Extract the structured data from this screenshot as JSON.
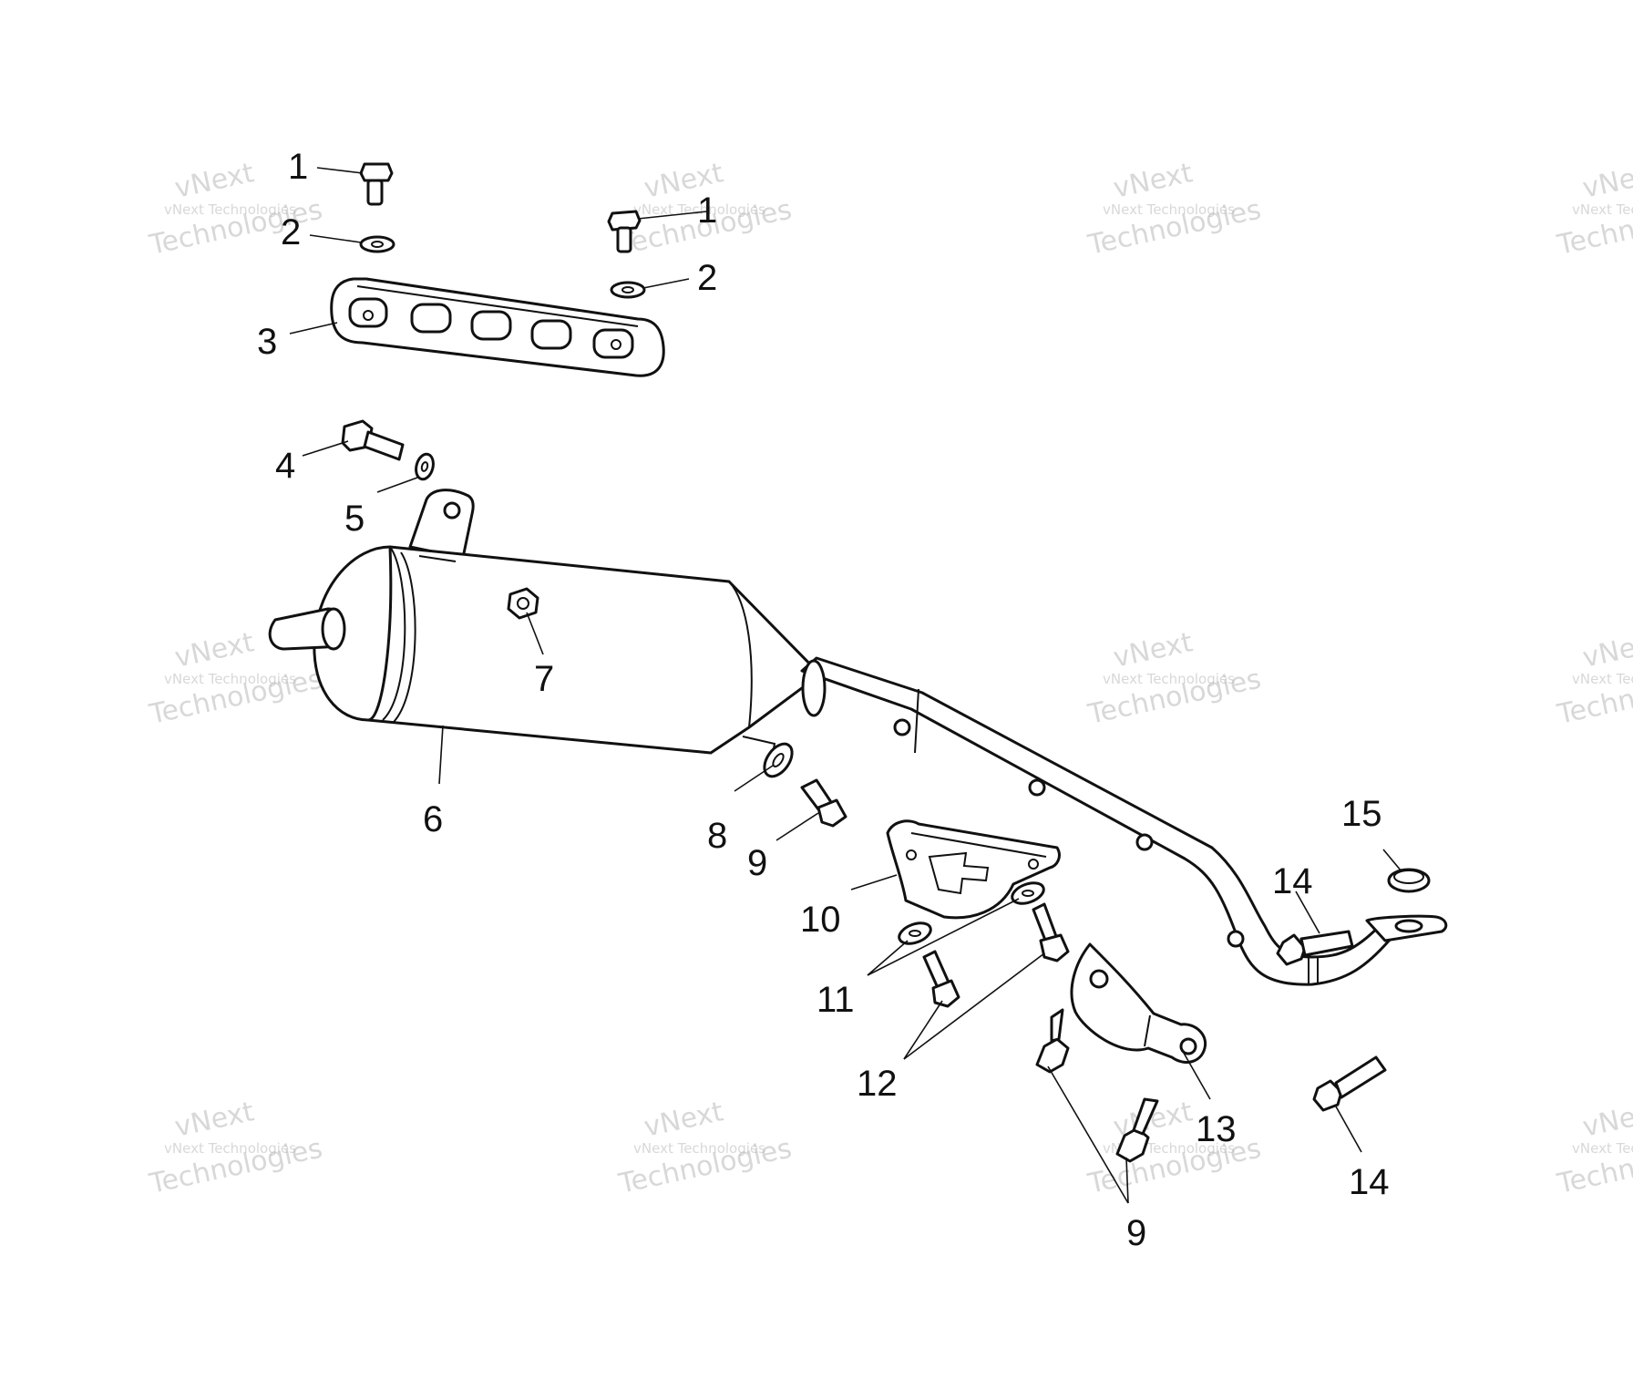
{
  "watermark": {
    "line_top": "vNext",
    "line_small": "vNext Technologies",
    "line_big": "Technologies"
  },
  "callouts": [
    "1",
    "2",
    "1",
    "2",
    "3",
    "4",
    "5",
    "6",
    "7",
    "8",
    "9",
    "10",
    "11",
    "12",
    "13",
    "14",
    "15",
    "14",
    "9"
  ]
}
